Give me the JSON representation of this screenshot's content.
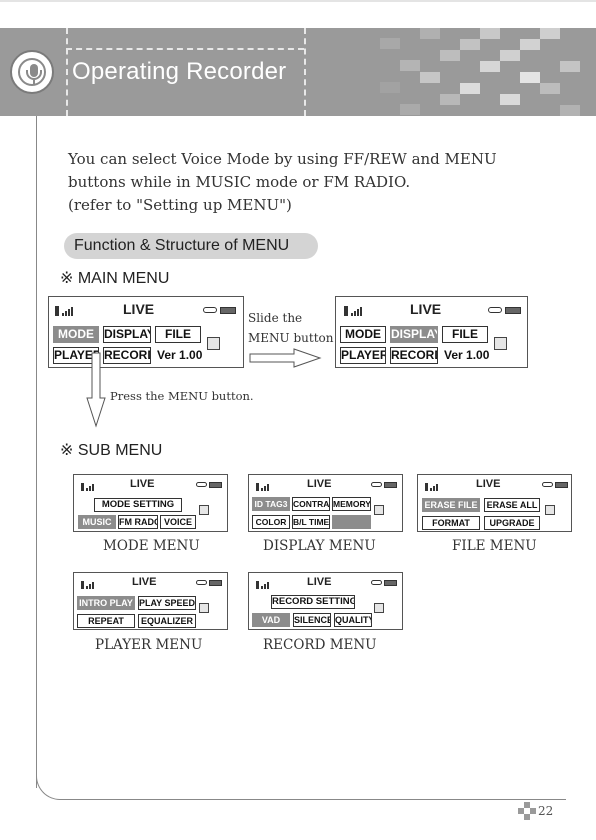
{
  "header": {
    "title": "Operating Recorder",
    "icon": "microphone-icon"
  },
  "intro": [
    "You can select Voice Mode by using FF/REW and MENU",
    "buttons while in MUSIC mode or FM RADIO.",
    "(refer to \"Setting up MENU\")"
  ],
  "section_title": "Function & Structure of MENU",
  "main_menu_label": "※ MAIN MENU",
  "sub_menu_label": "※ SUB MENU",
  "slide_note": [
    "Slide the",
    "MENU button"
  ],
  "press_note": "Press the MENU button.",
  "live": "LIVE",
  "screens": {
    "main_before": {
      "row1": [
        "MODE",
        "DISPLAY",
        "FILE"
      ],
      "row2": [
        "PLAYER",
        "RECORD",
        "Ver 1.00"
      ],
      "selected": "MODE"
    },
    "main_after": {
      "row1": [
        "MODE",
        "DISPLAY",
        "FILE"
      ],
      "row2": [
        "PLAYER",
        "RECORD",
        "Ver 1.00"
      ],
      "selected": "DISPLAY"
    },
    "mode": {
      "caption": "MODE MENU",
      "top": "MODE SETTING",
      "row": [
        "MUSIC",
        "FM RADO",
        "VOICE"
      ],
      "selected": "MUSIC"
    },
    "display": {
      "caption": "DISPLAY MENU",
      "top": [
        "ID TAG3",
        "CONTRAST",
        "MEMORY"
      ],
      "row": [
        "COLOR",
        "B/L TIME"
      ],
      "selected": "ID TAG3"
    },
    "file": {
      "caption": "FILE MENU",
      "top": [
        "ERASE FILE",
        "ERASE ALL"
      ],
      "row": [
        "FORMAT",
        "UPGRADE"
      ],
      "selected": "ERASE FILE"
    },
    "player": {
      "caption": "PLAYER MENU",
      "top": [
        "INTRO PLAY",
        "PLAY SPEED"
      ],
      "row": [
        "REPEAT",
        "EQUALIZER"
      ],
      "selected": "INTRO PLAY"
    },
    "record": {
      "caption": "RECORD MENU",
      "top": "RECORD SETTING",
      "row": [
        "VAD",
        "SILENCE",
        "QUALITY"
      ],
      "selected": "VAD"
    }
  },
  "page_number": "22",
  "colors": {
    "header_band": "#9a9a9a",
    "highlight": "#8c8c8c",
    "pill": "#d4d4d4"
  }
}
